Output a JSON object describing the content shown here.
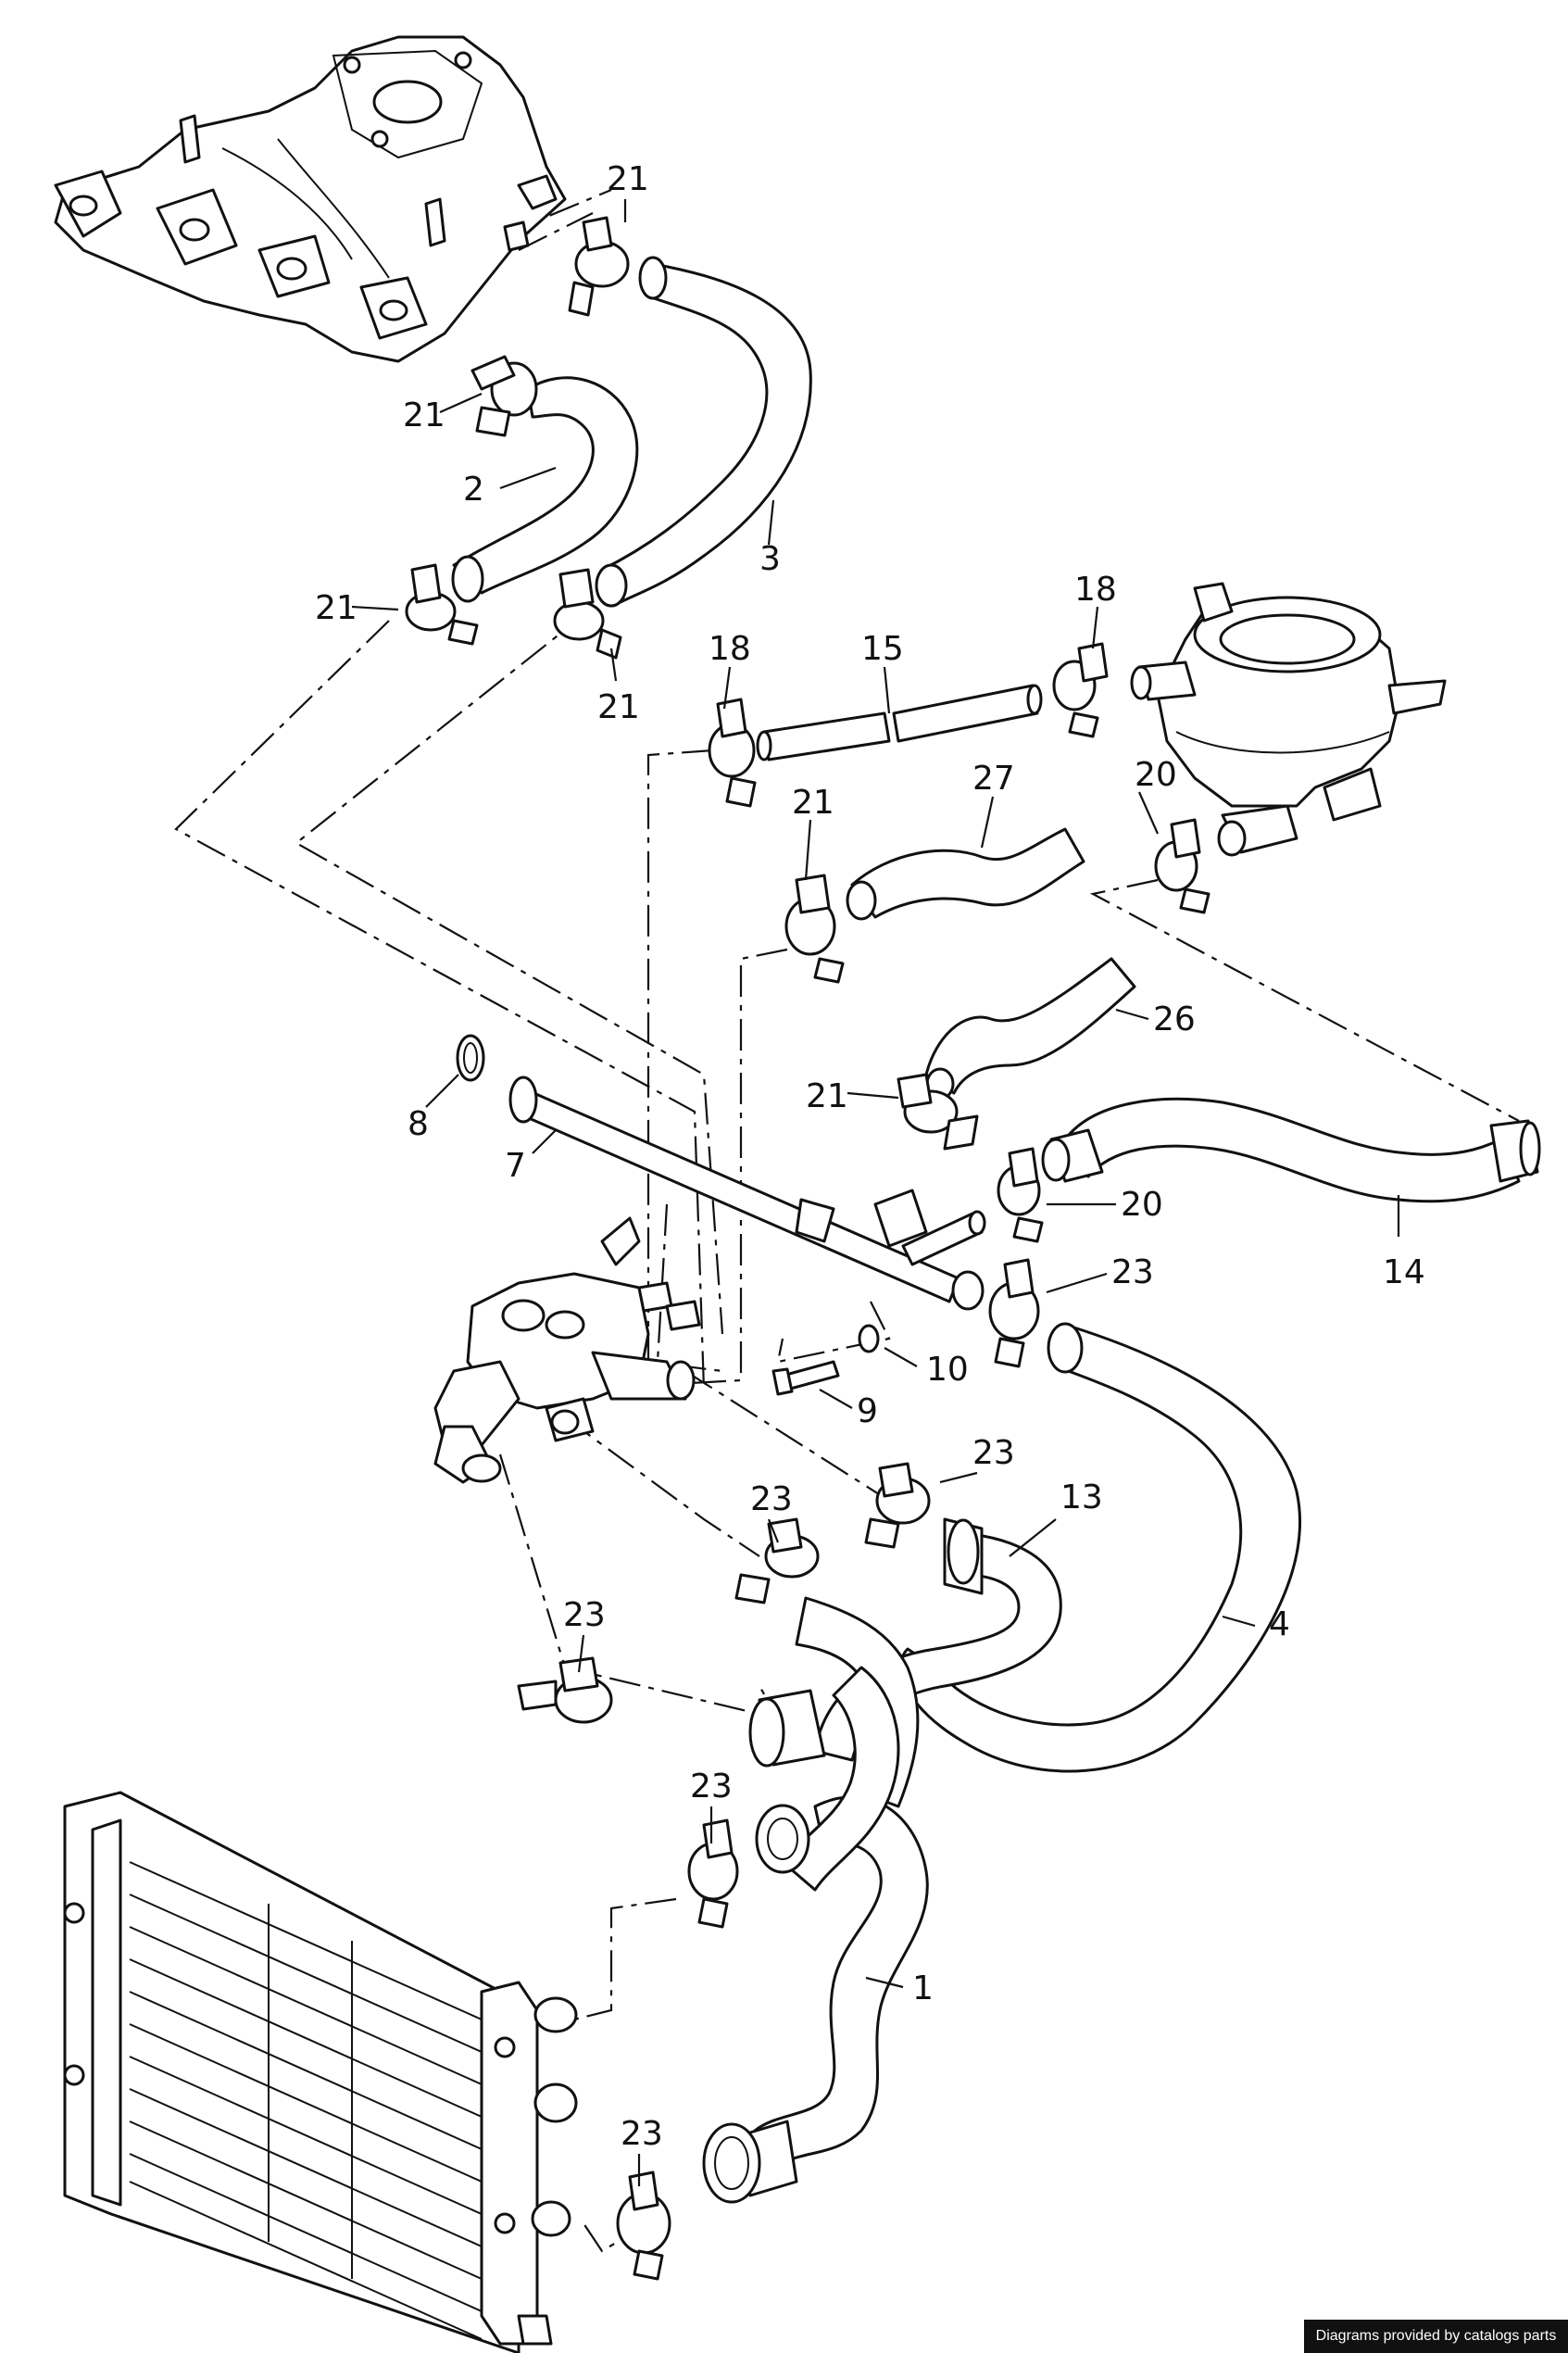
{
  "diagram": {
    "callouts": {
      "p1": "1",
      "p2": "2",
      "p3": "3",
      "p4": "4",
      "p7": "7",
      "p8": "8",
      "p9": "9",
      "p10": "10",
      "p13": "13",
      "p14": "14",
      "p15": "15",
      "p18a": "18",
      "p18b": "18",
      "p20a": "20",
      "p20b": "20",
      "p21a": "21",
      "p21b": "21",
      "p21c": "21",
      "p21d": "21",
      "p21e": "21",
      "p21f": "21",
      "p23a": "23",
      "p23b": "23",
      "p23c": "23",
      "p23d": "23",
      "p23e": "23",
      "p23f": "23",
      "p26": "26",
      "p27": "27"
    }
  },
  "footer": {
    "credit": "Diagrams provided by catalogs parts"
  }
}
